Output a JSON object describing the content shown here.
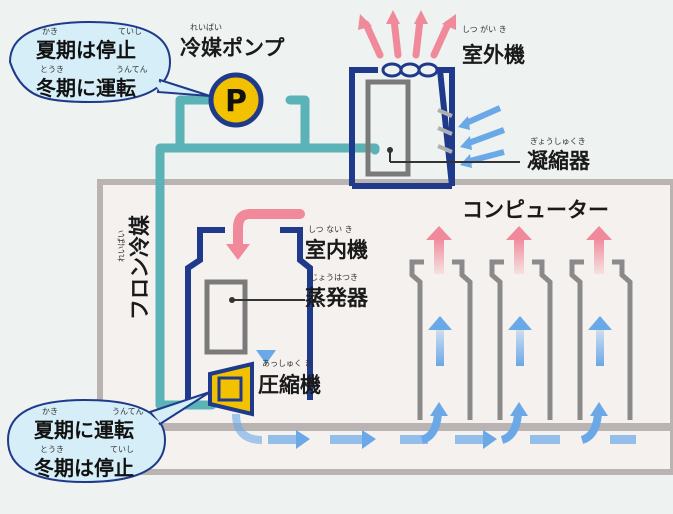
{
  "bubble_top": {
    "line1": "夏期は停止",
    "line1_ruby": [
      "かき",
      "ていし"
    ],
    "line2": "冬期に運転",
    "line2_ruby": [
      "とうき",
      "うんてん"
    ]
  },
  "bubble_bottom": {
    "line1": "夏期に運転",
    "line1_ruby": [
      "かき",
      "うんてん"
    ],
    "line2": "冬期は停止",
    "line2_ruby": [
      "とうき",
      "ていし"
    ]
  },
  "pump": {
    "label": "冷媒ポンプ",
    "ruby": "れいばい",
    "letter": "P"
  },
  "outdoor_unit": {
    "label": "室外機",
    "ruby": "しつ がい き"
  },
  "condenser": {
    "label": "凝縮器",
    "ruby": "ぎょうしゅくき"
  },
  "indoor_unit": {
    "label": "室内機",
    "ruby": "しつ ない き"
  },
  "evaporator": {
    "label": "蒸発器",
    "ruby": "じょうはつき"
  },
  "compressor": {
    "label": "圧縮機",
    "ruby": "あっしゅく き"
  },
  "computer": {
    "label": "コンピューター"
  },
  "refrigerant": {
    "label": "フロン冷媒",
    "ruby": "れいばい"
  },
  "colors": {
    "pipe": "#5bb3b8",
    "unit_border": "#1f3a8a",
    "coil": "#7a7a7a",
    "pump_fill": "#f2c200",
    "cool_air": "#6aa8e8",
    "warm_air": "#f08a9a",
    "room_fill": "#f5f1ef",
    "bubble_fill": "#d6eef8"
  }
}
